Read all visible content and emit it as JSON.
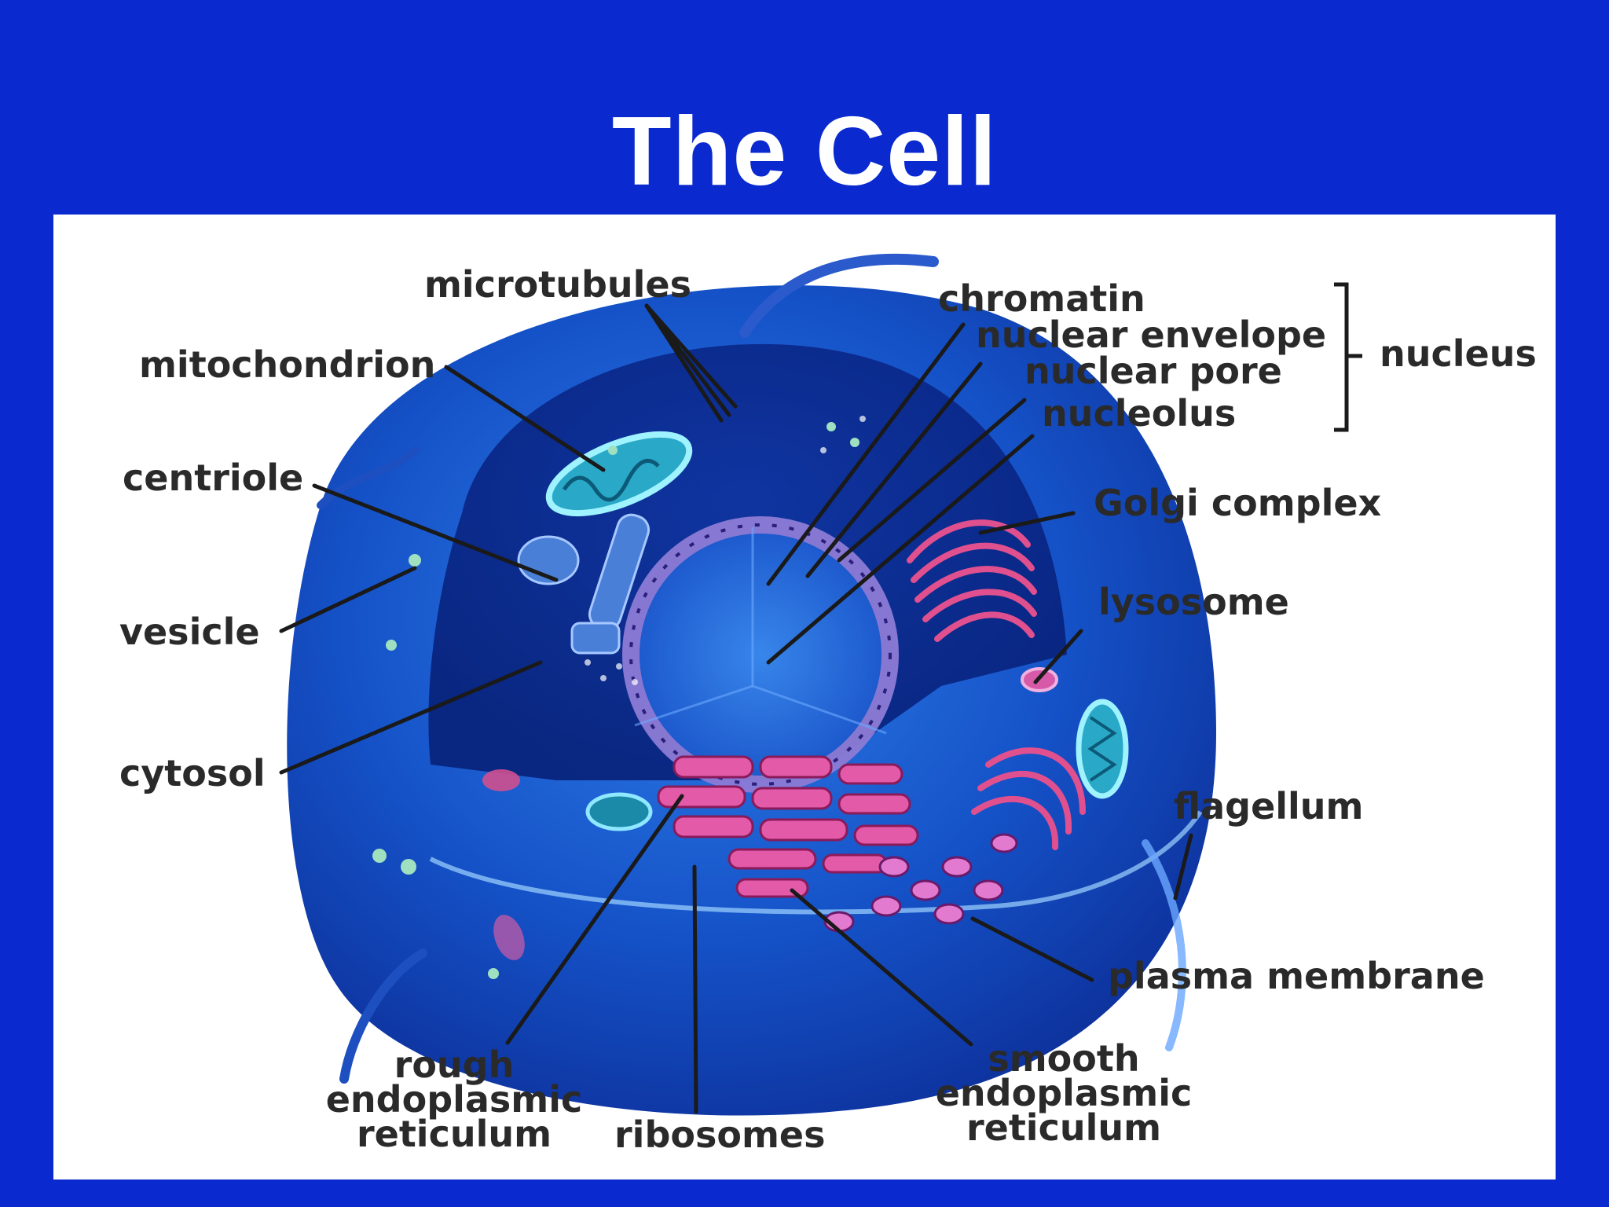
{
  "slide": {
    "title": "The Cell"
  },
  "diagram": {
    "labels": {
      "microtubules": "microtubules",
      "mitochondrion": "mitochondrion",
      "centriole": "centriole",
      "vesicle": "vesicle",
      "cytosol": "cytosol",
      "chromatin": "chromatin",
      "nuclear_envelope": "nuclear envelope",
      "nuclear_pore": "nuclear pore",
      "nucleolus": "nucleolus",
      "nucleus": "nucleus",
      "golgi": "Golgi complex",
      "lysosome": "lysosome",
      "flagellum": "flagellum",
      "plasma_membrane": "plasma membrane",
      "rough_er": [
        "rough",
        "endoplasmic",
        "reticulum"
      ],
      "ribosomes": "ribosomes",
      "smooth_er": [
        "smooth",
        "endoplasmic",
        "reticulum"
      ]
    }
  }
}
